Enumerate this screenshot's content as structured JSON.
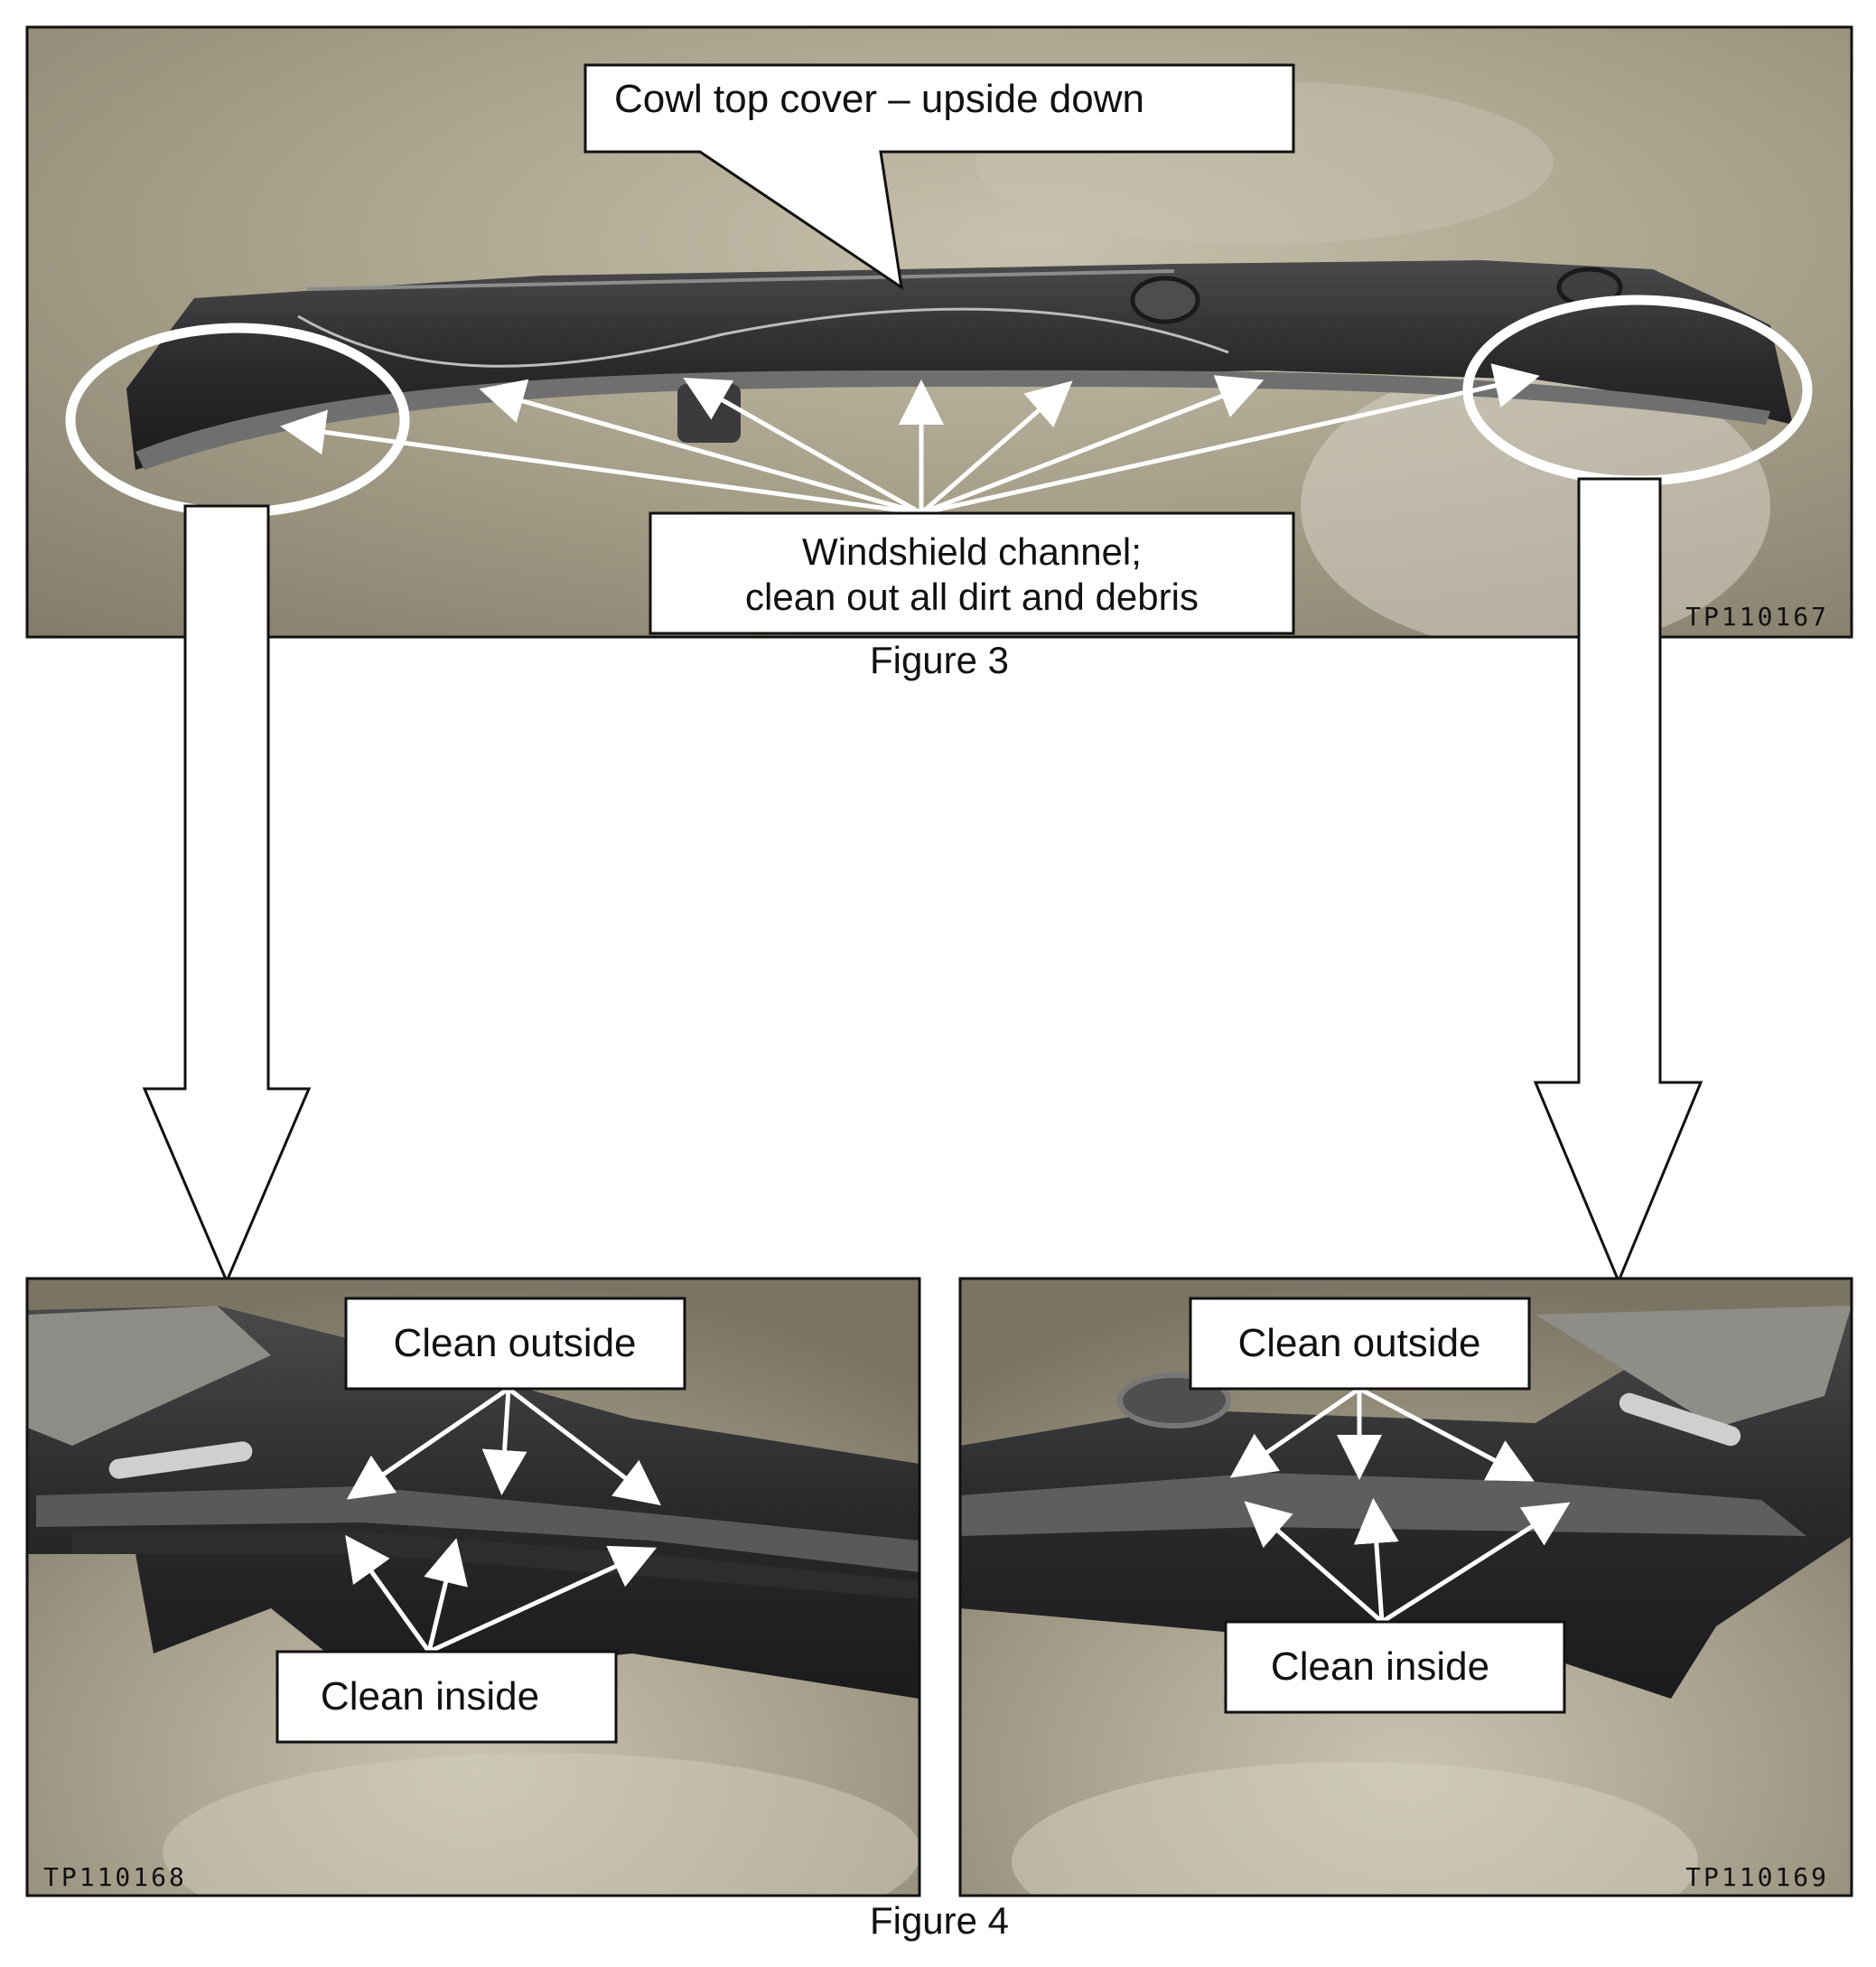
{
  "figure3": {
    "callout_top": "Cowl top cover – upside down",
    "callout_bottom_line1": "Windshield channel;",
    "callout_bottom_line2": "clean out all dirt and debris",
    "photo_code": "TP110167",
    "caption": "Figure 3"
  },
  "figure4": {
    "caption": "Figure 4",
    "left": {
      "outside_label": "Clean outside",
      "inside_label": "Clean inside",
      "photo_code": "TP110168"
    },
    "right": {
      "outside_label": "Clean outside",
      "inside_label": "Clean inside",
      "photo_code": "TP110169"
    }
  },
  "colors": {
    "floor": "#a39c86",
    "part": "#2c2c2e",
    "annotation": "#ffffff",
    "frame": "#111111"
  }
}
